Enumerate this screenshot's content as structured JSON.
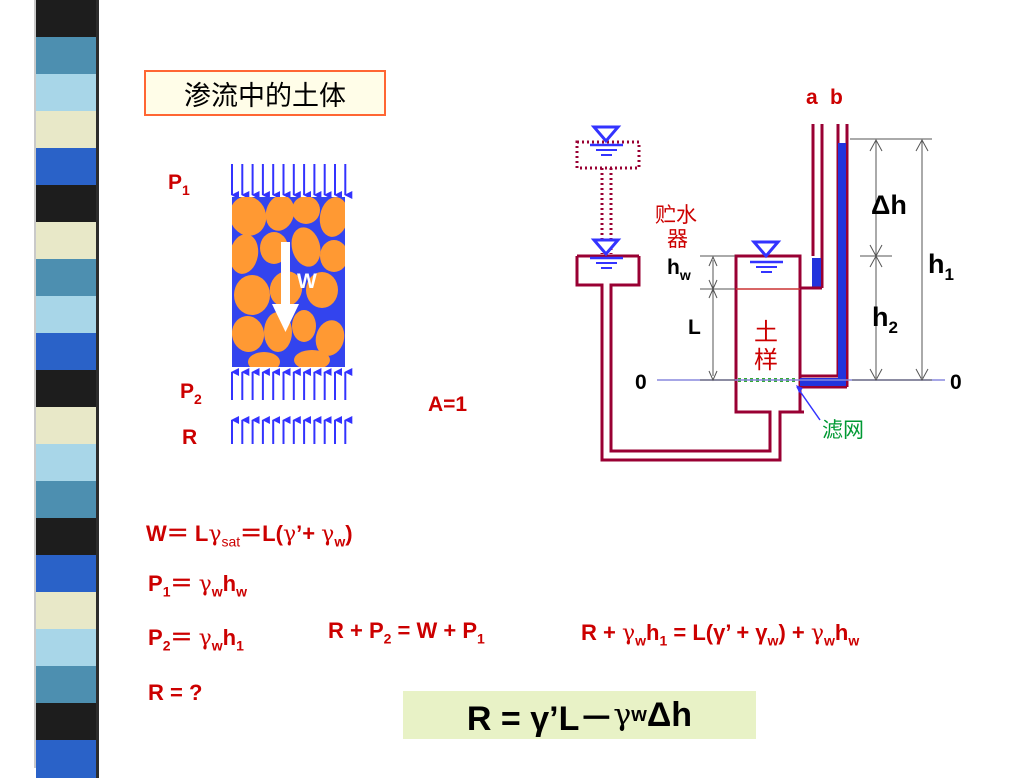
{
  "title": "渗流中的土体",
  "left_diagram": {
    "p1_label": "P",
    "p1_sub": "1",
    "p2_label": "P",
    "p2_sub": "2",
    "r_label": "R",
    "w_label": "W",
    "area_label": "A=1"
  },
  "apparatus": {
    "tube_labels": [
      "a",
      "b"
    ],
    "reservoir_label": [
      "贮水",
      "器"
    ],
    "hw_label": "h",
    "hw_sub": "w",
    "l_label": "L",
    "soil_label": [
      "土",
      "样"
    ],
    "datum_left": "0",
    "datum_right": "0",
    "dh_label": "Δh",
    "h1_label": "h",
    "h1_sub": "1",
    "h2_label": "h",
    "h2_sub": "2",
    "filter_label": "滤网"
  },
  "equations": {
    "w_eq": "W＝ Lγsat＝L(γ’+ γw)",
    "p1_eq": "P1＝ γwhw",
    "p2_eq": "P2＝ γwh1",
    "balance_eq": "R + P2 = W + P1",
    "expanded_eq": "R + γwh1 = L(γ’ + γw) + γwhw",
    "r_question": "R = ?",
    "final_eq": "R = γ’L－ γwΔh"
  },
  "colors": {
    "label_red": "#cc0000",
    "arrow_blue": "#3333ff",
    "grain_orange": "#ff9933",
    "pore_blue": "#3344ee",
    "water_blue": "#2233dd",
    "pipe_maroon": "#990033",
    "filter_green": "#33aa33",
    "final_box_green": "#e8f2c6",
    "title_border": "#ff6633"
  }
}
